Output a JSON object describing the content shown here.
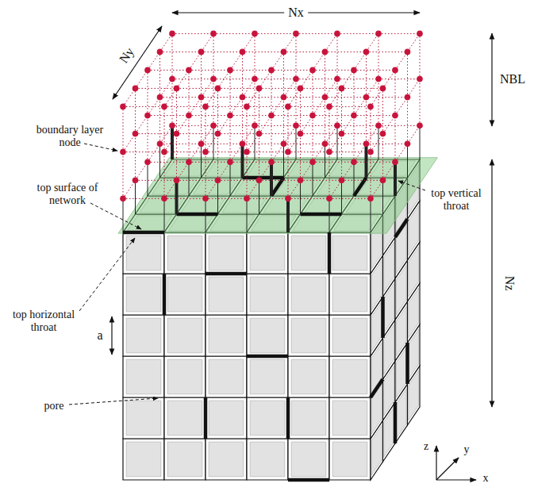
{
  "diagram": {
    "labels": [
      "Nx",
      "Ny",
      "NBL",
      "boundary layer node",
      "top surface of network",
      "top vertical throat",
      "top horizontal throat",
      "Nz",
      "a",
      "pore",
      "z",
      "y",
      "x"
    ]
  }
}
